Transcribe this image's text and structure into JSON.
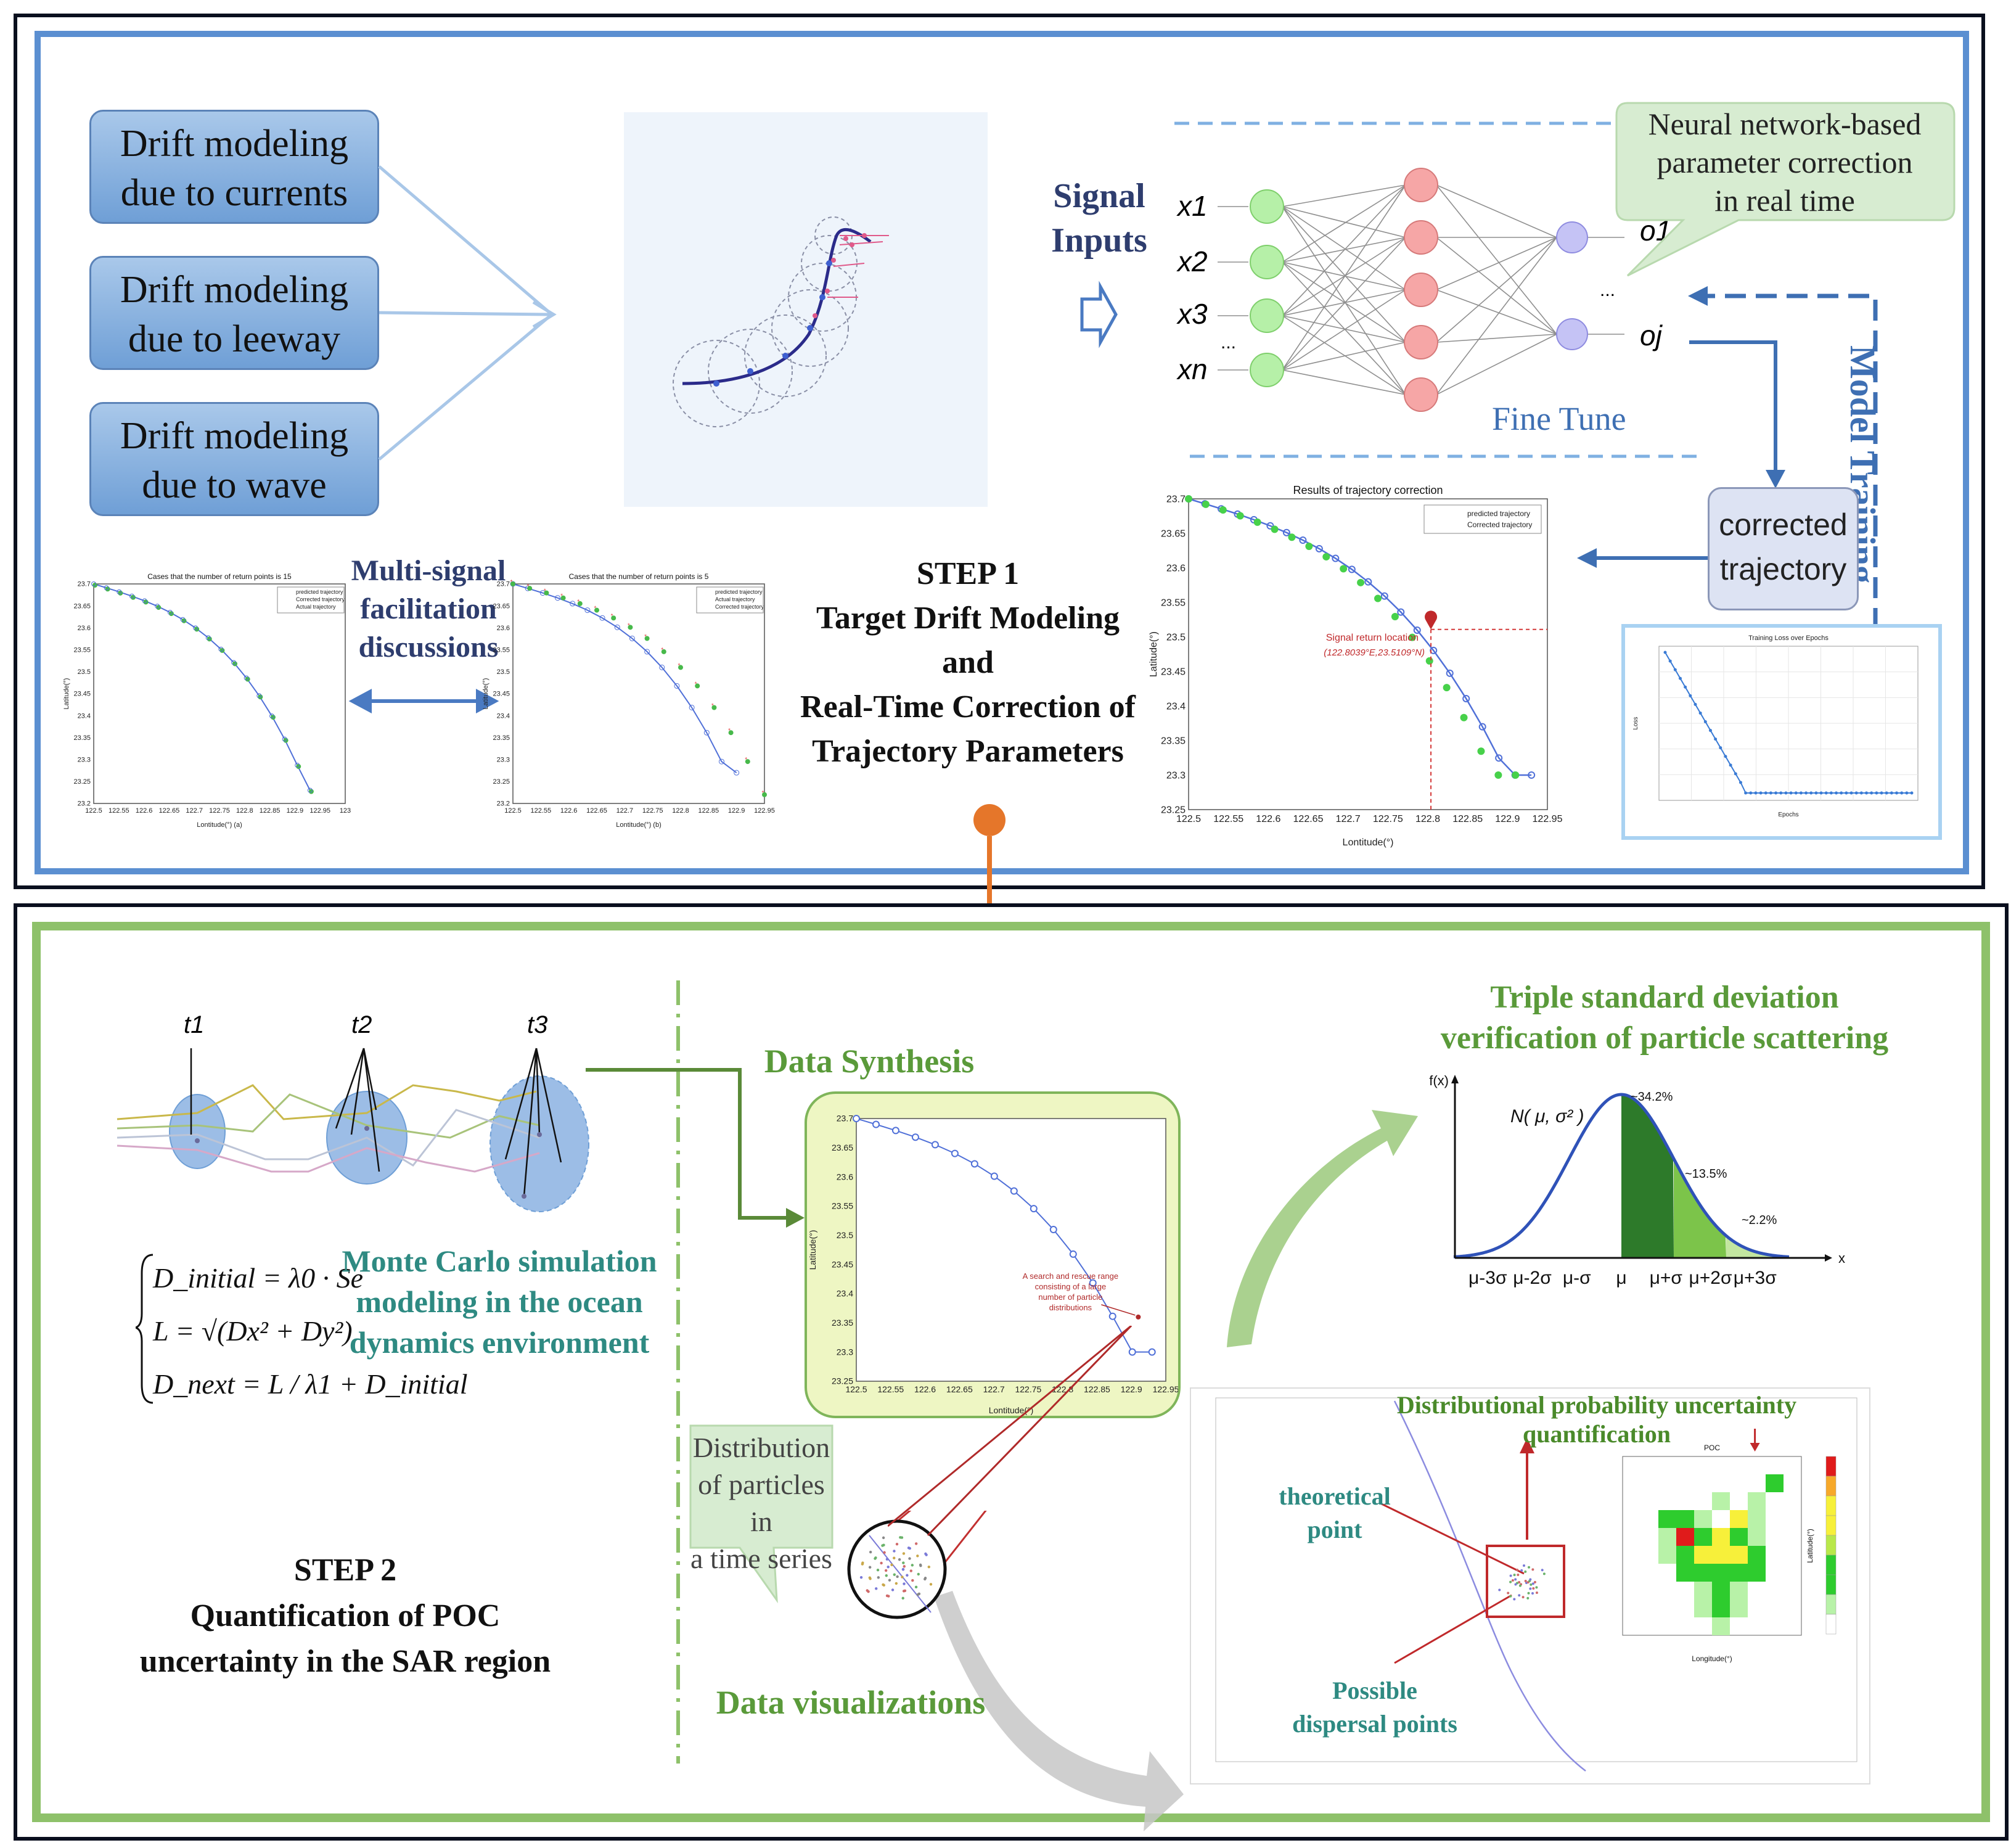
{
  "step1": {
    "drift_boxes": [
      {
        "line1": "Drift modeling",
        "line2": "due to currents"
      },
      {
        "line1": "Drift modeling",
        "line2": "due to leeway"
      },
      {
        "line1": "Drift modeling",
        "line2": "due to wave"
      }
    ],
    "signal_inputs": {
      "line1": "Signal",
      "line2": "Inputs"
    },
    "nn_inputs": [
      "x1",
      "x2",
      "x3",
      "...",
      "xn"
    ],
    "nn_outputs": [
      "o1",
      "...",
      "oj"
    ],
    "nn_callout": {
      "line1": "Neural network-based",
      "line2": "parameter correction",
      "line3": "in real time"
    },
    "fine_tune": "Fine Tune",
    "model_training": "Model Training",
    "corrected_box": {
      "line1": "corrected",
      "line2": "trajectory"
    },
    "multi_signal": {
      "line1": "Multi-signal",
      "line2": "facilitation",
      "line3": "discussions"
    },
    "title": {
      "line1": "STEP 1",
      "line2": "Target Drift Modeling",
      "line3": "and",
      "line4": "Real-Time Correction of",
      "line5": "Trajectory Parameters"
    },
    "chart_a": {
      "title": "Cases that the number of return points is 15",
      "xlabel": "Lontitude(°) (a)",
      "ylabel": "Latitude(°)",
      "legend": [
        "predicted trajectory",
        "Corrected trajectory",
        "Actual trajectory"
      ],
      "xticks": [
        "122.5",
        "122.55",
        "122.6",
        "122.65",
        "122.7",
        "122.75",
        "122.8",
        "122.85",
        "122.9",
        "122.95",
        "123"
      ],
      "yticks": [
        "23.7",
        "23.65",
        "23.6",
        "23.55",
        "23.5",
        "23.45",
        "23.4",
        "23.35",
        "23.3",
        "23.25",
        "23.2"
      ]
    },
    "chart_b": {
      "title": "Cases that the number of return points is 5",
      "xlabel": "Lontitude(°) (b)",
      "ylabel": "Latitude(°)",
      "legend": [
        "predicted trajectory",
        "Actual trajectory",
        "Corrected trajectory"
      ],
      "xticks": [
        "122.5",
        "122.55",
        "122.6",
        "122.65",
        "122.7",
        "122.75",
        "122.8",
        "122.85",
        "122.9",
        "122.95"
      ],
      "yticks": [
        "23.7",
        "23.65",
        "23.6",
        "23.55",
        "23.5",
        "23.45",
        "23.4",
        "23.35",
        "23.3",
        "23.25",
        "23.2"
      ]
    },
    "chart_correction": {
      "title": "Results of trajectory correction",
      "xlabel": "Lontitude(°)",
      "ylabel": "Latitude(°)",
      "legend": [
        "predicted trajectory",
        "Corrected trajectory"
      ],
      "signal_label": "Signal return location",
      "signal_coords": "(122.8039°E,23.5109°N)",
      "xticks": [
        "122.5",
        "122.55",
        "122.6",
        "122.65",
        "122.7",
        "122.75",
        "122.8",
        "122.85",
        "122.9",
        "122.95"
      ],
      "yticks": [
        "23.7",
        "23.65",
        "23.6",
        "23.55",
        "23.5",
        "23.45",
        "23.4",
        "23.35",
        "23.3",
        "23.25"
      ]
    },
    "chart_loss": {
      "title": "Training Loss over Epochs",
      "xlabel": "Epochs",
      "ylabel": "Loss"
    }
  },
  "step2": {
    "times": [
      "t1",
      "t2",
      "t3"
    ],
    "formula": {
      "line1": "D_initial = λ0 · Se",
      "line2": "L = √(Dx² + Dy²)",
      "line3": "D_next = L / λ1 + D_initial"
    },
    "monte_carlo": {
      "line1": "Monte Carlo simulation",
      "line2": "modeling in the ocean",
      "line3": "dynamics environment"
    },
    "title": {
      "line1": "STEP 2",
      "line2": "Quantification of POC",
      "line3": "uncertainty in the SAR region"
    },
    "data_synthesis": "Data Synthesis",
    "synthesis_chart": {
      "xlabel": "Lontitude(°)",
      "ylabel": "Latitude(°)",
      "annotation": {
        "line1": "A search and rescue range",
        "line2": "consisting of a large",
        "line3": "number of particle",
        "line4": "distributions"
      },
      "xticks": [
        "122.5",
        "122.55",
        "122.6",
        "122.65",
        "122.7",
        "122.75",
        "122.8",
        "122.85",
        "122.9",
        "122.95"
      ],
      "yticks": [
        "23.7",
        "23.65",
        "23.6",
        "23.55",
        "23.5",
        "23.45",
        "23.4",
        "23.35",
        "23.3",
        "23.25"
      ]
    },
    "distribution_callout": {
      "line1": "Distribution",
      "line2": "of particles in",
      "line3": "a time series"
    },
    "data_visualizations": "Data visualizations",
    "triple_sd": {
      "line1": "Triple standard deviation",
      "line2": "verification of particle scattering"
    },
    "normal": {
      "fx": "f(x)",
      "x": "x",
      "n_label": "N( μ, σ² )",
      "p1": "~34.2%",
      "p2": "~13.5%",
      "p3": "~2.2%",
      "ticks": [
        "μ-3σ",
        "μ-2σ",
        "μ-σ",
        "μ",
        "μ+σ",
        "μ+2σ",
        "μ+3σ"
      ]
    },
    "dpuq": "Distributional probability uncertainty quantification",
    "theoretical": {
      "line1": "theoretical",
      "line2": "point"
    },
    "possible": {
      "line1": "Possible",
      "line2": "dispersal points"
    },
    "poc_title": "POC",
    "poc_xlabel": "Longitude(°)",
    "poc_ylabel": "Latitude(°)"
  },
  "colors": {
    "step1_border": "#5b8fd1",
    "step2_border": "#8ec16a",
    "connector": "#e5762a",
    "teal": "#2e8a82",
    "green_head": "#5a9a3a"
  }
}
